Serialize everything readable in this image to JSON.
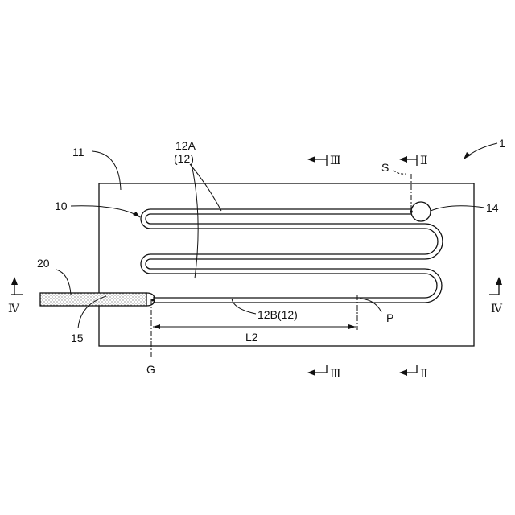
{
  "labels": {
    "device": "1",
    "substrate": "11",
    "channel_start": "10",
    "channel_a": "12A",
    "channel_a_group": "(12)",
    "channel_b": "12B(12)",
    "port": "14",
    "needle": "20",
    "inlet": "15",
    "point_s": "S",
    "point_p": "P",
    "point_g": "G",
    "length": "L2"
  },
  "sections": {
    "ii": "Ⅱ",
    "iii": "Ⅲ",
    "iv": "Ⅳ"
  },
  "colors": {
    "line": "#111111",
    "fill": "#ffffff"
  }
}
